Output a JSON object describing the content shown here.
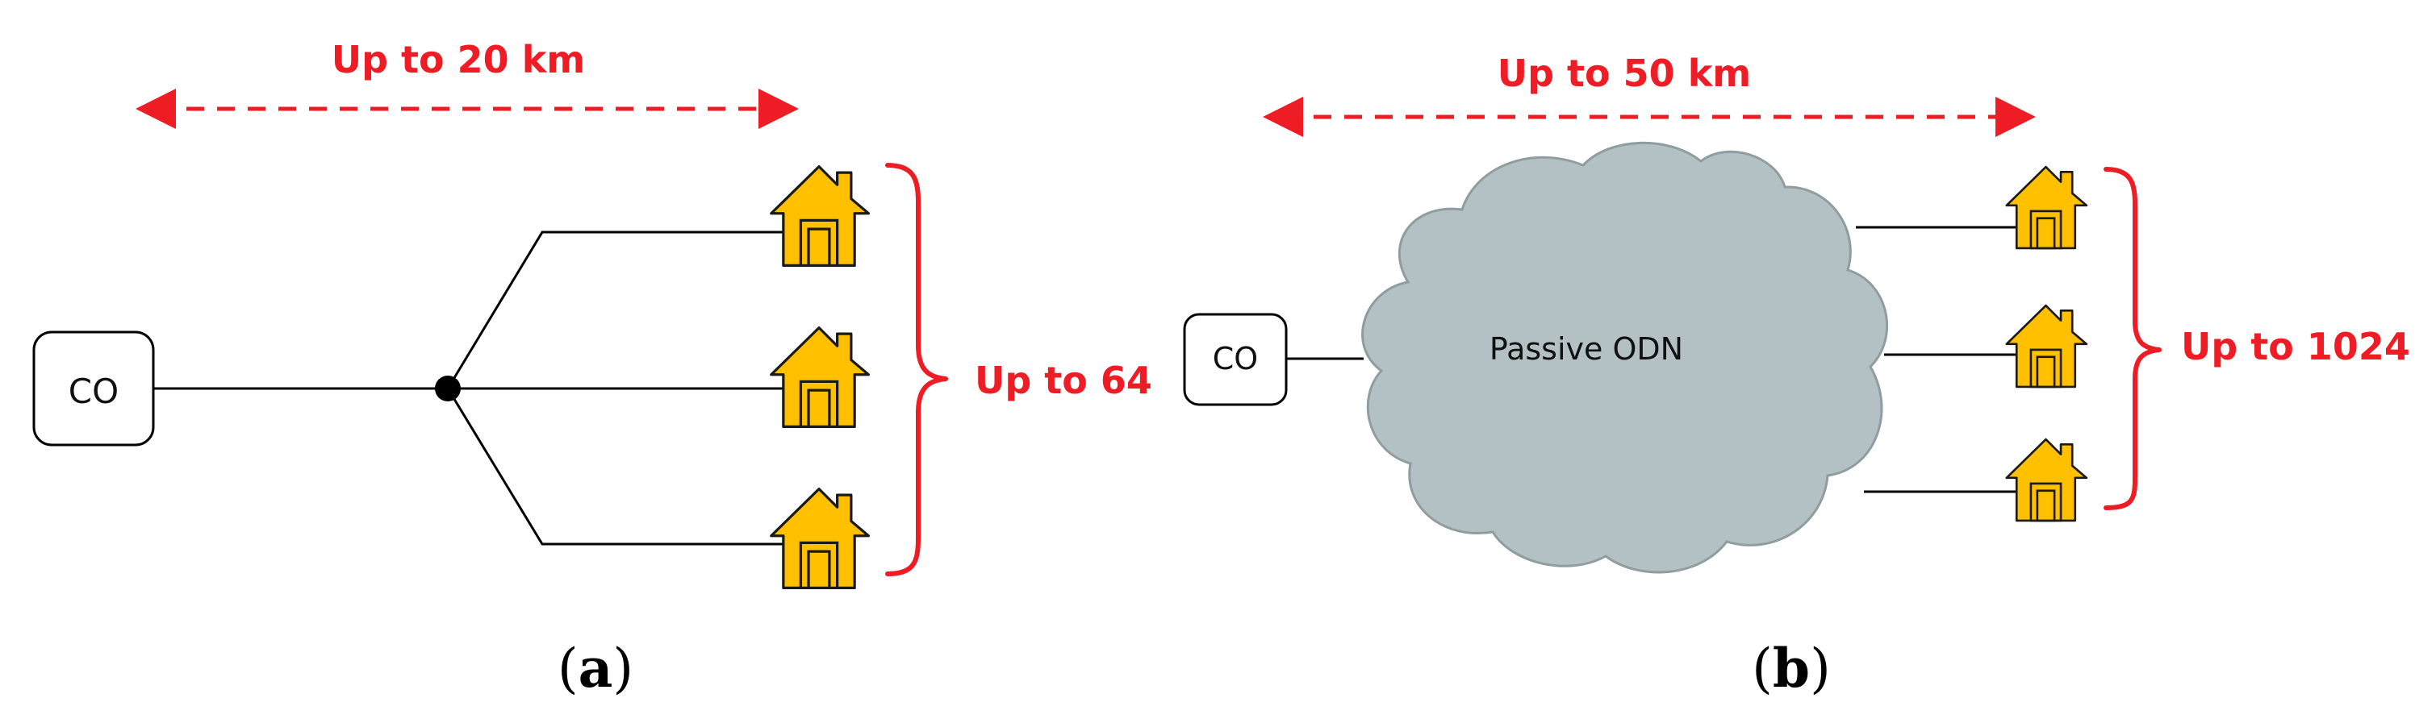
{
  "panel_a": {
    "distance_label": "Up to 20 km",
    "co_label": "CO",
    "count_label": "Up to 64",
    "caption_open": "(",
    "caption_letter": "a",
    "caption_close": ")"
  },
  "panel_b": {
    "distance_label": "Up to 50 km",
    "co_label": "CO",
    "cloud_label": "Passive ODN",
    "count_label": "Up to 1024",
    "caption_open": "(",
    "caption_letter": "b",
    "caption_close": ")"
  },
  "colors": {
    "accent_red": "#ee1c24",
    "house_fill": "#ffc000",
    "cloud_fill": "#b3c1c4",
    "line": "#000000"
  },
  "icons": {
    "house": "house-icon",
    "arrow": "double-headed-dashed-arrow",
    "brace": "right-curly-brace"
  }
}
